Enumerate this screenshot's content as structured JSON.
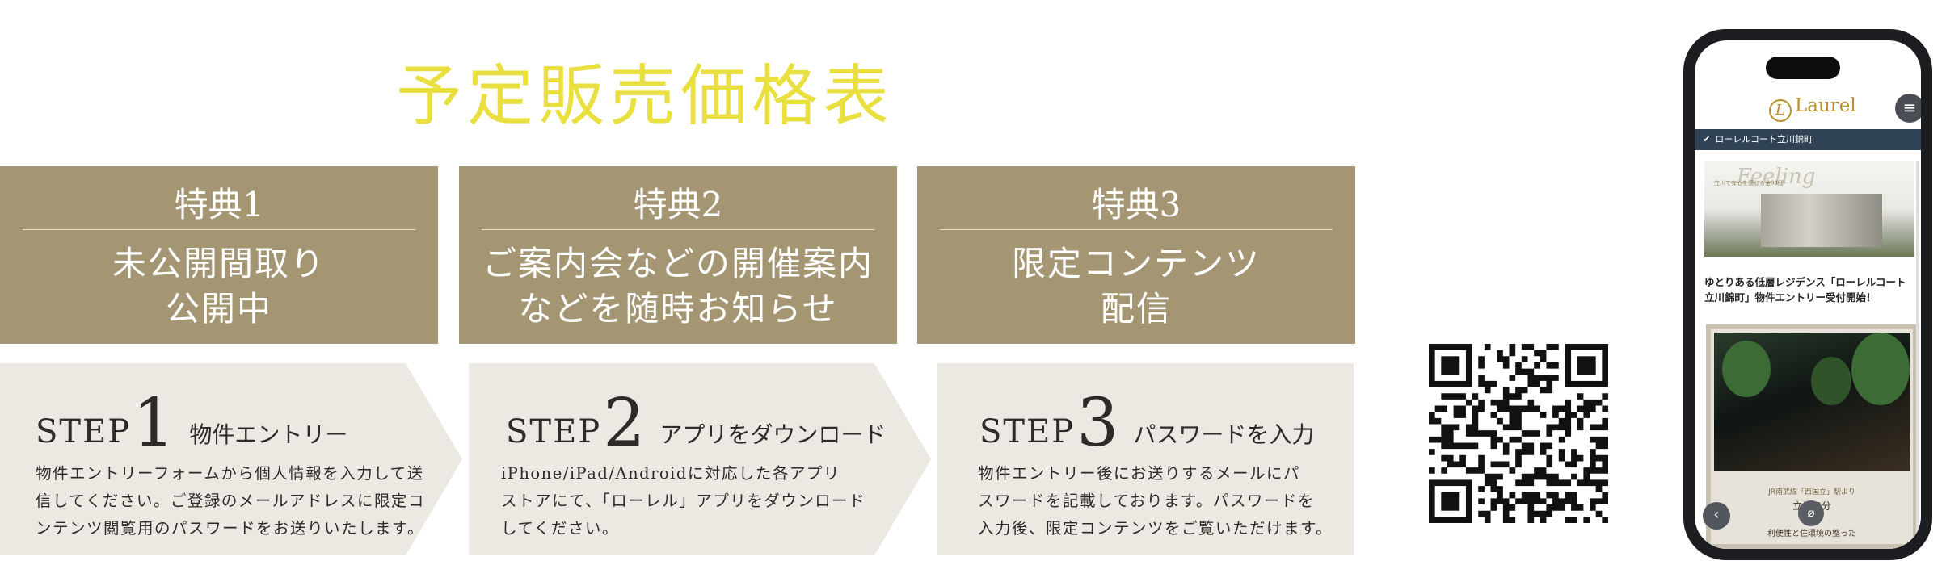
{
  "title": "予定販売価格表",
  "benefits": [
    {
      "heading": "特典1",
      "text": "未公開間取り\n公開中"
    },
    {
      "heading": "特典2",
      "text": "ご案内会などの開催案内\nなどを随時お知らせ"
    },
    {
      "heading": "特典3",
      "text": "限定コンテンツ\n配信"
    }
  ],
  "steps": [
    {
      "word": "STEP",
      "number": "1",
      "label": "物件エントリー",
      "description": "物件エントリーフォームから個人情報を入力して送\n信してください。ご登録のメールアドレスに限定コ\nンテンツ閲覧用のパスワードをお送りいたします。"
    },
    {
      "word": "STEP",
      "number": "2",
      "label": "アプリをダウンロード",
      "description": "iPhone/iPad/Androidに対応した各アプリ\nストアにて、「ローレル」アプリをダウンロード\nしてください。"
    },
    {
      "word": "STEP",
      "number": "3",
      "label": "パスワードを入力",
      "description": "物件エントリー後にお送りするメールにパ\nスワードを記載しております。パスワードを\n入力後、限定コンテンツをご覧いただけます。"
    }
  ],
  "colors": {
    "title": "#e9df3f",
    "benefit_bg": "#a49673",
    "step_bg": "#ebe9e1",
    "text": "#2e2a25"
  },
  "phone": {
    "logo_mark": "L",
    "logo_text": "Laurel",
    "menu_icon": "menu-icon",
    "nav_label": "ローレルコート立川錦町",
    "card1_title": "Feeling",
    "card1_sub": "立川で安心を感じる全94邸",
    "headline": "ゆとりある低層レジデンス「ローレルコート立川錦町」物件エントリー受付開始！",
    "card2_line1": "JR南武線「西国立」駅より",
    "card2_line2": "立川 2分",
    "card2_line3": "利便性と住環境の整った",
    "back_icon": "back-icon",
    "clip_icon": "paperclip-icon"
  }
}
